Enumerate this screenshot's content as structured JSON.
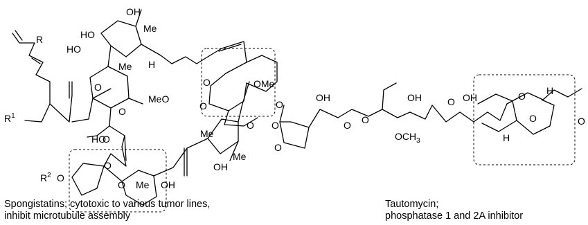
{
  "left_molecule": {
    "labels": {
      "oh_top": "OH",
      "me_top": "Me",
      "ho_upper": "HO",
      "ho_mid": "HO",
      "h_top": "H",
      "r": "R",
      "me_mid": "Me",
      "o_ring1": "O",
      "r1": "R",
      "r1_sup": "1",
      "o_ester": "O",
      "ho_low": "HO",
      "o_carbonyl": "O",
      "o_spiro_a": "O",
      "o_spiro_b": "O",
      "meo_left": "MeO",
      "ome_right": "OMe",
      "ketone_o": "O",
      "me_right1": "Me",
      "me_right2": "Me",
      "oh_right": "OH",
      "o_spiro_c": "O",
      "o_spiro_d": "O",
      "r2": "R",
      "r2_sup": "2",
      "o_r2": "O",
      "me_bottom": "Me",
      "oh_bottom": "OH"
    },
    "caption_line1": "Spongistatins; cytotoxic to various tumor lines,",
    "caption_line2": "inhibit microtubule assembly"
  },
  "right_molecule": {
    "labels": {
      "o_anh_top": "O",
      "o_anh_ring": "O",
      "o_anh_bottom": "O",
      "oh_1": "OH",
      "o_ester_c": "O",
      "o_ester": "O",
      "oh_2": "OH",
      "och3": "OCH",
      "och3_sub": "3",
      "o_ketone": "O",
      "oh_3": "OH",
      "o_spiro_a": "O",
      "o_spiro_b": "O",
      "h_a": "H",
      "h_b": "H",
      "o_end": "O"
    },
    "caption_line1": "Tautomycin;",
    "caption_line2": "phosphatase 1 and 2A inhibitor"
  }
}
